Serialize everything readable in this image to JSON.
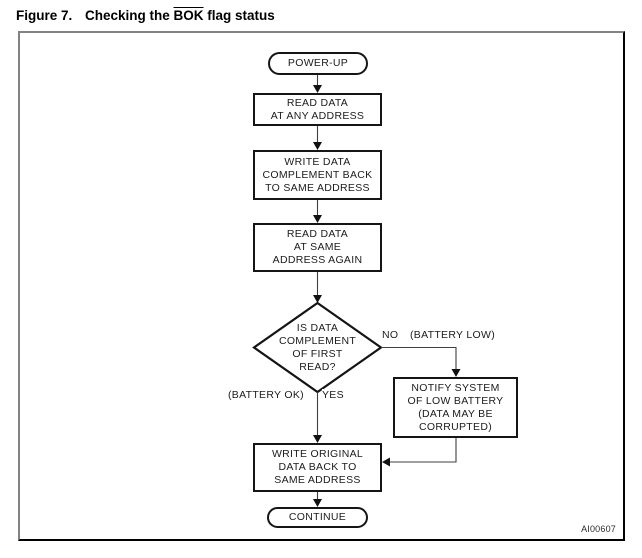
{
  "title": {
    "figure_label": "Figure 7.",
    "caption_pre": "Checking the ",
    "caption_overline": "BOK",
    "caption_post": " flag status"
  },
  "nodes": {
    "power_up": {
      "label": "POWER-UP"
    },
    "read_any": {
      "lines": [
        "READ DATA",
        "AT ANY ADDRESS"
      ]
    },
    "write_complement": {
      "lines": [
        "WRITE DATA",
        "COMPLEMENT BACK",
        "TO SAME ADDRESS"
      ]
    },
    "read_same": {
      "lines": [
        "READ DATA",
        "AT SAME",
        "ADDRESS AGAIN"
      ]
    },
    "decision": {
      "lines": [
        "IS DATA",
        "COMPLEMENT",
        "OF FIRST",
        "READ?"
      ]
    },
    "notify": {
      "lines": [
        "NOTIFY SYSTEM",
        "OF LOW BATTERY",
        "(DATA MAY BE",
        "CORRUPTED)"
      ]
    },
    "write_original": {
      "lines": [
        "WRITE ORIGINAL",
        "DATA BACK TO",
        "SAME ADDRESS"
      ]
    },
    "continue": {
      "label": "CONTINUE"
    }
  },
  "edge_labels": {
    "no": "NO",
    "battery_low": "(BATTERY LOW)",
    "yes": "YES",
    "battery_ok": "(BATTERY OK)"
  },
  "footer": {
    "image_ref": "AI00607"
  },
  "colors": {
    "background": "#ffffff",
    "text": "#1c1c1c",
    "node_border": "#151515",
    "connector_line": "#3f3f3f",
    "frame_top_left": "#828282",
    "frame_bottom_right": "#000000"
  }
}
